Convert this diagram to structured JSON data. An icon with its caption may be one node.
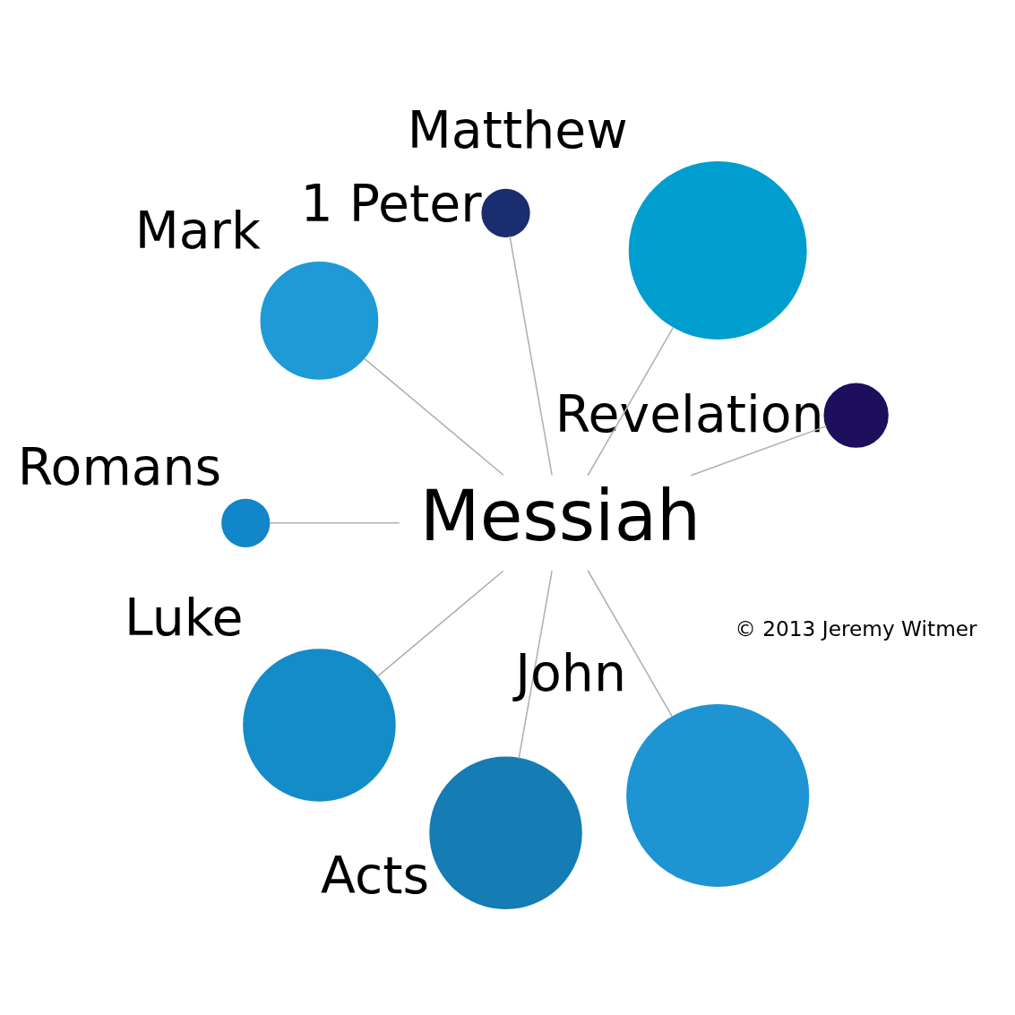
{
  "diagram": {
    "nodes": [
      {
        "text": [
          "Messiah"
        ]
      },
      {
        "text": [],
        "shape": "circle",
        "beside": [
          "Revelation"
        ]
      },
      {
        "text": [],
        "shape": "circle",
        "beside": [
          "Matthew"
        ]
      },
      {
        "text": [],
        "shape": "circle",
        "beside": [
          "1 Peter"
        ]
      },
      {
        "text": [],
        "shape": "circle",
        "beside": [
          "Mark"
        ]
      },
      {
        "text": [],
        "shape": "circle",
        "beside": [
          "Romans"
        ]
      },
      {
        "text": [],
        "shape": "circle",
        "beside": [
          "Luke"
        ]
      },
      {
        "text": [],
        "shape": "circle",
        "beside": [
          "Acts"
        ]
      },
      {
        "text": [],
        "shape": "circle",
        "beside": [
          "John"
        ]
      }
    ],
    "edges": [
      {
        "from": 0,
        "to": 1,
        "arrow": "none"
      },
      {
        "from": 0,
        "to": 2,
        "arrow": "none"
      },
      {
        "from": 0,
        "to": 3,
        "arrow": "none"
      },
      {
        "from": 0,
        "to": 4,
        "arrow": "none"
      },
      {
        "from": 0,
        "to": 5,
        "arrow": "none"
      },
      {
        "from": 0,
        "to": 6,
        "arrow": "none"
      },
      {
        "from": 0,
        "to": 7,
        "arrow": "none"
      },
      {
        "from": 0,
        "to": 8,
        "arrow": "none"
      }
    ],
    "labels": [
      "© 2013 Jeremy Witmer"
    ]
  }
}
